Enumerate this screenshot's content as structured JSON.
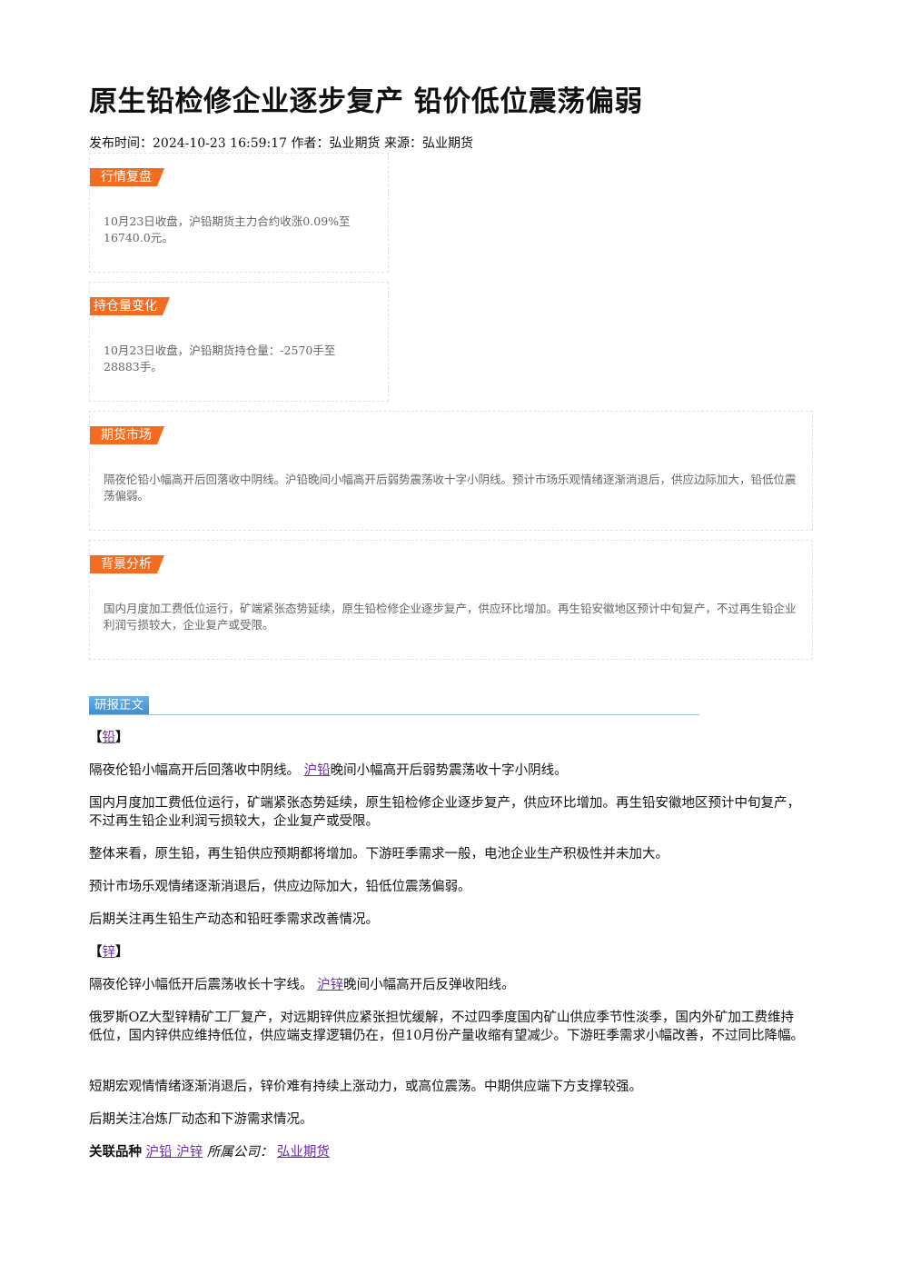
{
  "article": {
    "title": "原生铅检修企业逐步复产 铅价低位震荡偏弱",
    "meta": "发布时间：2024-10-23 16:59:17 作者：弘业期货 来源：弘业期货"
  },
  "summary_boxes": [
    {
      "tag": "行情复盘",
      "text": "10月23日收盘，沪铅期货主力合约收涨0.09%至16740.0元。"
    },
    {
      "tag": "持仓量变化",
      "text": "10月23日收盘，沪铅期货持仓量：-2570手至28883手。"
    },
    {
      "tag": "期货市场",
      "text": "隔夜伦铅小幅高开后回落收中阴线。沪铅晚间小幅高开后弱势震荡收十字小阴线。预计市场乐观情绪逐渐消退后，供应边际加大，铅低位震荡偏弱。"
    },
    {
      "tag": "背景分析",
      "text": "国内月度加工费低位运行，矿端紧张态势延续，原生铅检修企业逐步复产，供应环比增加。再生铅安徽地区预计中旬复产，不过再生铅企业利润亏损较大，企业复产或受限。"
    }
  ],
  "report": {
    "section_title": "研报正文",
    "lead": {
      "bracket_open": "【",
      "bracket_close": "】",
      "name": "铅",
      "p1_pre": "隔夜伦铅小幅高开后回落收中阴线。",
      "p1_link": "沪铅",
      "p1_post": "晚间小幅高开后弱势震荡收十字小阴线。",
      "p2": "国内月度加工费低位运行，矿端紧张态势延续，原生铅检修企业逐步复产，供应环比增加。再生铅安徽地区预计中旬复产，不过再生铅企业利润亏损较大，企业复产或受限。",
      "p3": "整体来看，原生铅，再生铅供应预期都将增加。下游旺季需求一般，电池企业生产积极性并未加大。",
      "p4": "预计市场乐观情绪逐渐消退后，供应边际加大，铅低位震荡偏弱。",
      "p5": "后期关注再生铅生产动态和铅旺季需求改善情况。"
    },
    "zinc": {
      "bracket_open": "【",
      "bracket_close": "】",
      "name": "锌",
      "p1_pre": "隔夜伦锌小幅低开后震荡收长十字线。",
      "p1_link": "沪锌",
      "p1_post": "晚间小幅高开后反弹收阳线。",
      "p2": "俄罗斯OZ大型锌精矿工厂复产，对远期锌供应紧张担忧缓解，不过四季度国内矿山供应季节性淡季，国内外矿加工费维持低位，国内锌供应维持低位，供应端支撑逻辑仍在，但10月份产量收缩有望减少。下游旺季需求小幅改善，不过同比降幅。",
      "p3": "短期宏观情情绪逐渐消退后，锌价难有持续上涨动力，或高位震荡。中期供应端下方支撑较强。",
      "p4": "后期关注冶炼厂动态和下游需求情况。"
    },
    "footer": {
      "related_label": "关联品种",
      "related_links": "沪铅 沪锌",
      "company_label": "所属公司：",
      "company_link": "弘业期货"
    }
  }
}
